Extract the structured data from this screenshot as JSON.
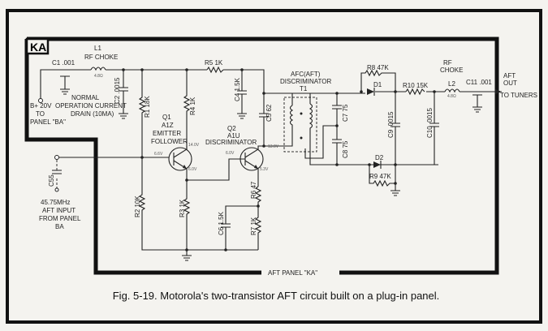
{
  "panel_tag": "KA",
  "panel_label": "AFT PANEL \"KA\"",
  "caption": "Fig. 5-19. Motorola's two-transistor AFT circuit built on a plug-in panel.",
  "labels": {
    "c1": "C1  .001",
    "l1": "L1",
    "l1_desc": "RF CHOKE",
    "l1_res": "4.8Ω",
    "c2": "C2 .0015",
    "normal1": "NORMAL",
    "normal2": "OPERATION CURRENT",
    "normal3": "DRAIN (10MA)",
    "bplus1": "B+ 20V",
    "bplus2": "TO",
    "bplus3": "PANEL \"BA\"",
    "r1": "R1 18K",
    "r4": "R4 1K",
    "r5": "R5 1K",
    "c4": "C4 1.5K",
    "c5": "C5 62",
    "q1": "Q1",
    "q1_type": "A1Z",
    "q1_role1": "EMITTER",
    "q1_role2": "FOLLOWER",
    "q2": "Q2",
    "q2_type": "A1U",
    "q2_role": "DISCRIMINATOR",
    "q1_c": "14.0V",
    "q1_b": "6.6V",
    "q1_e": "6.0V",
    "q2_c": "13.0V",
    "q2_b": "6.0V",
    "q2_e": "5.3V",
    "c55": "C55",
    "input1": "45.75MHz",
    "input2": "AFT INPUT",
    "input3": "FROM PANEL",
    "input4": "BA",
    "r2": "R2 10K",
    "r3": "R3 1K",
    "c6": "C6 1.5K",
    "r6": "R6 47",
    "r7": "R7 1K",
    "t1_1": "AFC(AFT)",
    "t1_2": "DISCRIMINATOR",
    "t1": "T1",
    "c7": "C7 75",
    "c8": "C8 75",
    "r8": "R8 47K",
    "d1": "D1",
    "d2": "D2",
    "r9": "R9 47K",
    "c9": "C9 .0015",
    "r10": "R10 15K",
    "c10": "C10 .0015",
    "l2_1": "RF",
    "l2_2": "CHOKE",
    "l2": "L2",
    "l2_res": "4.8Ω",
    "c11": "C11 .001",
    "out1": "AFT",
    "out2": "OUT",
    "out3": "TO TUNERS"
  }
}
